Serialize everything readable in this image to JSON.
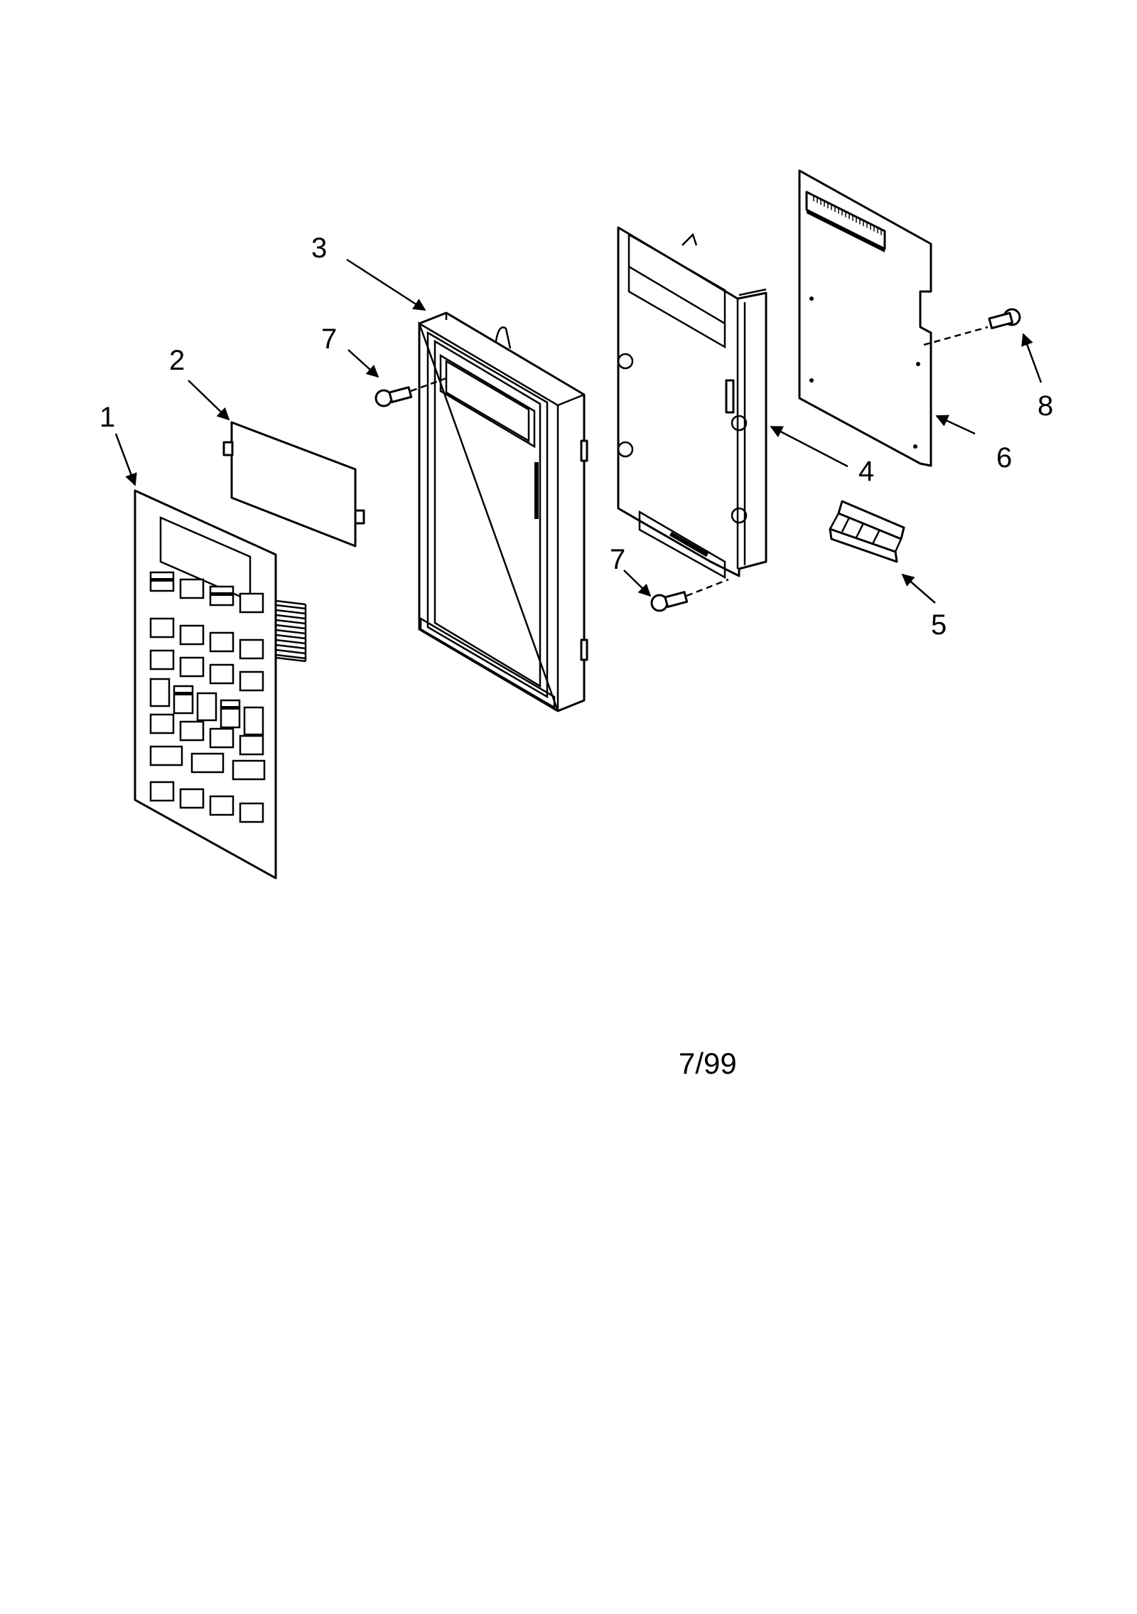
{
  "diagram": {
    "callouts": {
      "c1": "1",
      "c2": "2",
      "c3": "3",
      "c4": "4",
      "c5": "5",
      "c6": "6",
      "c7a": "7",
      "c7b": "7",
      "c8": "8"
    },
    "date": "7/99",
    "parts": [
      {
        "id": "1",
        "icon": "keypad-membrane-icon"
      },
      {
        "id": "2",
        "icon": "window-lens-icon"
      },
      {
        "id": "3",
        "icon": "control-panel-frame-icon"
      },
      {
        "id": "4",
        "icon": "control-bracket-icon"
      },
      {
        "id": "5",
        "icon": "clip-bracket-icon"
      },
      {
        "id": "6",
        "icon": "circuit-board-icon"
      },
      {
        "id": "7",
        "icon": "screw-icon"
      },
      {
        "id": "8",
        "icon": "screw-icon"
      }
    ]
  }
}
